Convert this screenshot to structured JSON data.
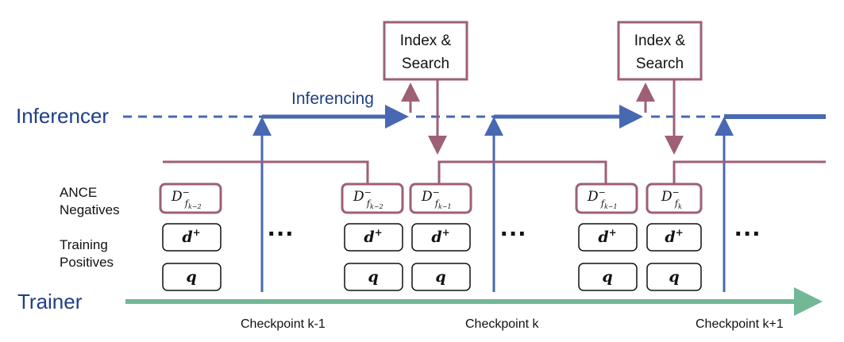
{
  "labels": {
    "inferencer": "Inferencer",
    "trainer": "Trainer",
    "inferencing": "Inferencing",
    "ance_line1": "ANCE",
    "ance_line2": "Negatives",
    "train_line1": "Training",
    "train_line2": "Positives",
    "index_line1": "Index &",
    "index_line2": "Search",
    "ellipsis": "···"
  },
  "checkpoints": [
    "Checkpoint k-1",
    "Checkpoint k",
    "Checkpoint k+1"
  ],
  "math": {
    "d_pos_base": "d",
    "d_pos_sup": "+",
    "q": "q",
    "neg_base": "D",
    "neg_sup": "−",
    "neg_sub_f": "f",
    "neg_subscripts": [
      "k−2",
      "k−2",
      "k−1",
      "k−1",
      "k"
    ]
  },
  "colors": {
    "inferencer_blue": "#4868b2",
    "trainer_green": "#72b896",
    "index_maroon": "#9e5f77",
    "box_border": "#111111"
  }
}
